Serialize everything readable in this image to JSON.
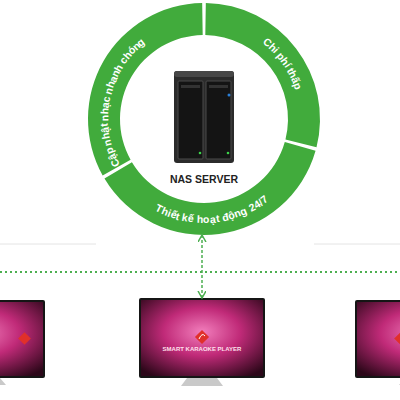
{
  "diagram": {
    "nodes": [
      {
        "text": [
          "NAS SERVER"
        ]
      },
      {
        "text": [
          "Cập nhật nhạc nhanh chóng"
        ],
        "in": 0
      },
      {
        "text": [
          "Chi phí thấp"
        ],
        "in": 0
      },
      {
        "text": [
          "Thiết kế hoạt động 24/7"
        ],
        "in": 0
      },
      {
        "text": [
          "SMART KARAOKE PLAYER"
        ]
      }
    ],
    "edges": [
      {
        "from": 0,
        "to": 4,
        "arrow": "both"
      }
    ]
  }
}
